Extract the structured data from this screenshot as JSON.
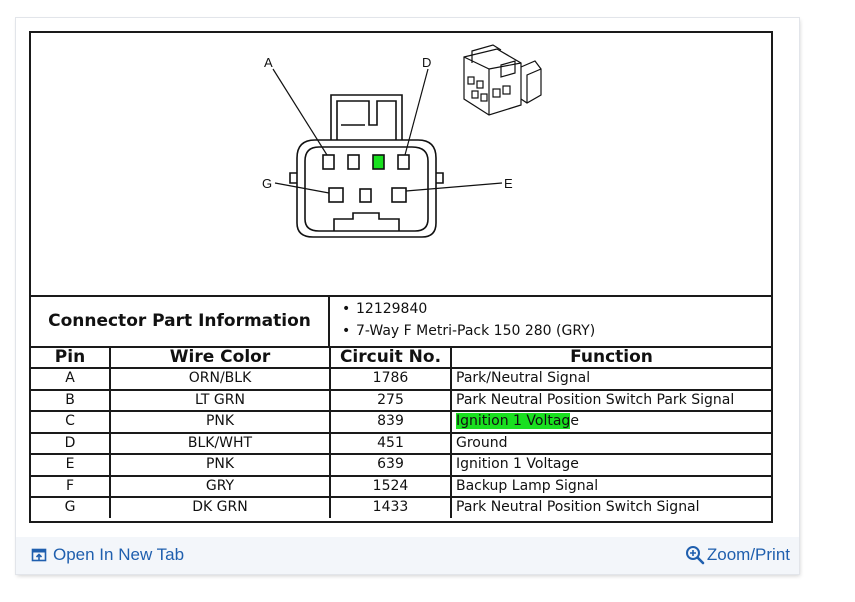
{
  "diagram": {
    "pin_labels": {
      "a": "A",
      "d": "D",
      "g": "G",
      "e": "E"
    },
    "highlight_color": "#19e01f",
    "highlighted_pin": "C"
  },
  "info": {
    "label": "Connector Part Information",
    "items": [
      "12129840",
      "7-Way F Metri-Pack 150 280 (GRY)"
    ]
  },
  "table": {
    "headers": [
      "Pin",
      "Wire Color",
      "Circuit No.",
      "Function"
    ],
    "rows": [
      {
        "pin": "A",
        "color": "ORN/BLK",
        "circuit": "1786",
        "function": "Park/Neutral Signal"
      },
      {
        "pin": "B",
        "color": "LT GRN",
        "circuit": "275",
        "function": "Park Neutral Position Switch Park Signal"
      },
      {
        "pin": "C",
        "color": "PNK",
        "circuit": "839",
        "function": "Ignition 1 Voltage",
        "function_highlighted": "Ignition 1 Voltag",
        "function_rest": "e"
      },
      {
        "pin": "D",
        "color": "BLK/WHT",
        "circuit": "451",
        "function": "Ground"
      },
      {
        "pin": "E",
        "color": "PNK",
        "circuit": "639",
        "function": "Ignition 1 Voltage"
      },
      {
        "pin": "F",
        "color": "GRY",
        "circuit": "1524",
        "function": "Backup Lamp Signal"
      },
      {
        "pin": "G",
        "color": "DK GRN",
        "circuit": "1433",
        "function": "Park Neutral Position Switch Signal"
      }
    ]
  },
  "footer": {
    "open_tab": "Open In New Tab",
    "zoom_print": "Zoom/Print",
    "link_color": "#1f5fae"
  }
}
